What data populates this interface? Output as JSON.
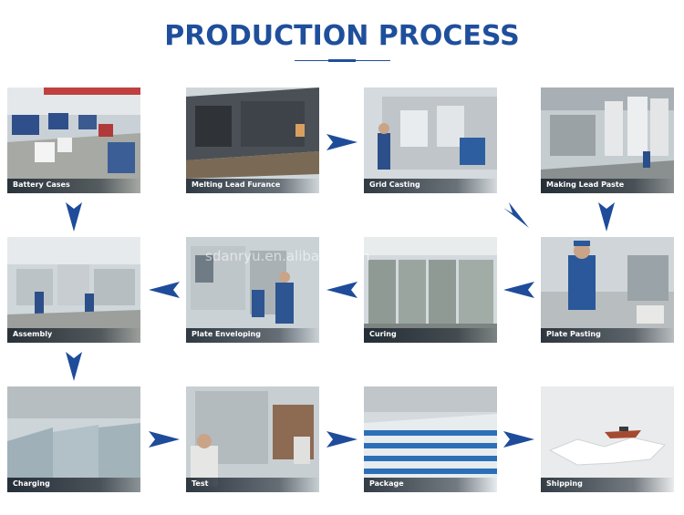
{
  "header": {
    "title": "PRODUCTION PROCESS"
  },
  "steps": [
    {
      "label": "Battery Cases"
    },
    {
      "label": "Melting Lead Furance"
    },
    {
      "label": "Grid Casting"
    },
    {
      "label": "Making Lead Paste"
    },
    {
      "label": "Assembly"
    },
    {
      "label": "Plate Enveloping"
    },
    {
      "label": "Curing"
    },
    {
      "label": "Plate Pasting"
    },
    {
      "label": "Charging"
    },
    {
      "label": "Test"
    },
    {
      "label": "Package"
    },
    {
      "label": "Shipping"
    }
  ],
  "watermark": {
    "text": "sdanryu.en.alibaba.com"
  },
  "colors": {
    "accent": "#1f4f9c",
    "arrow": "#1e4c9a"
  }
}
